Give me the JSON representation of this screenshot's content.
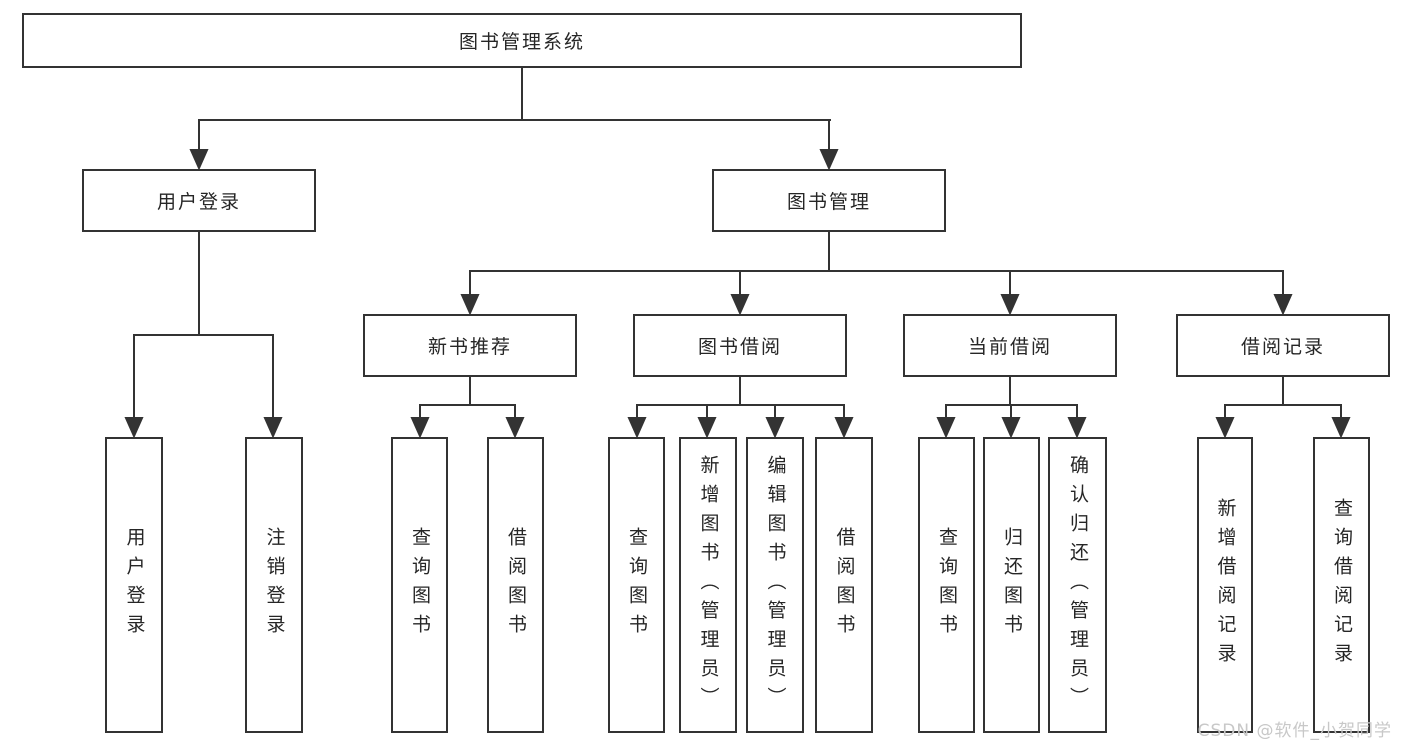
{
  "diagram": {
    "title": {
      "label": "图书管理系统"
    },
    "level2": [
      {
        "label": "用户登录"
      },
      {
        "label": "图书管理"
      }
    ],
    "level3": [
      {
        "label": "新书推荐",
        "parent": "图书管理"
      },
      {
        "label": "图书借阅",
        "parent": "图书管理"
      },
      {
        "label": "当前借阅",
        "parent": "图书管理"
      },
      {
        "label": "借阅记录",
        "parent": "图书管理"
      }
    ],
    "leaves": [
      {
        "label": "用户登录",
        "parent": "用户登录"
      },
      {
        "label": "注销登录",
        "parent": "用户登录"
      },
      {
        "label": "查询图书",
        "parent": "新书推荐"
      },
      {
        "label": "借阅图书",
        "parent": "新书推荐"
      },
      {
        "label": "查询图书",
        "parent": "图书借阅"
      },
      {
        "label": "新增图书（管理员）",
        "parent": "图书借阅"
      },
      {
        "label": "编辑图书（管理员）",
        "parent": "图书借阅"
      },
      {
        "label": "借阅图书",
        "parent": "图书借阅"
      },
      {
        "label": "查询图书",
        "parent": "当前借阅"
      },
      {
        "label": "归还图书",
        "parent": "当前借阅"
      },
      {
        "label": "确认归还（管理员）",
        "parent": "当前借阅"
      },
      {
        "label": "新增借阅记录",
        "parent": "借阅记录"
      },
      {
        "label": "查询借阅记录",
        "parent": "借阅记录"
      }
    ]
  },
  "watermark": {
    "text": "CSDN @软件_小贺同学",
    "color": "#c8c8c8"
  },
  "colors": {
    "line": "#333333",
    "box_border": "#333333",
    "box_fill": "#ffffff",
    "text": "#262626",
    "background": "#ffffff"
  }
}
